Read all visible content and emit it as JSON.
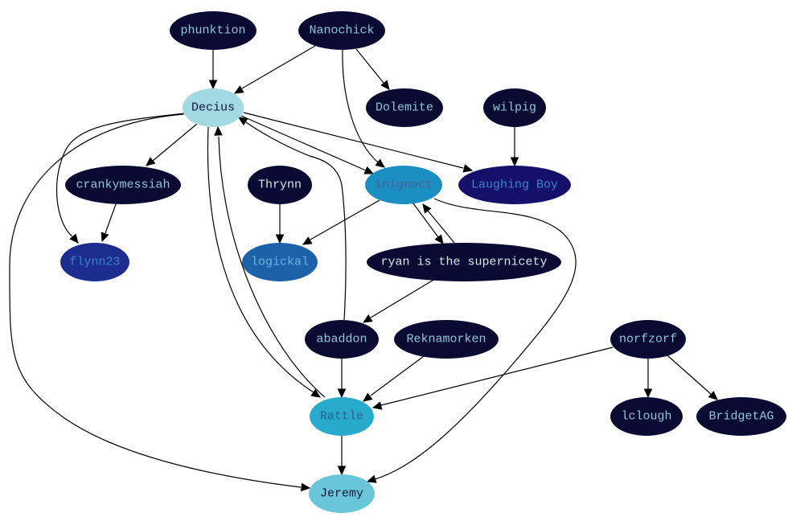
{
  "graph": {
    "nodes": [
      {
        "id": "phunktion",
        "label": "phunktion",
        "fill": "#0a0a33",
        "text_color": "#8fc6d8"
      },
      {
        "id": "nanochick",
        "label": "Nanochick",
        "fill": "#0a0a33",
        "text_color": "#8fc6d8"
      },
      {
        "id": "decius",
        "label": "Decius",
        "fill": "#a3d9e3",
        "text_color": "#16163a"
      },
      {
        "id": "dolemite",
        "label": "Dolemite",
        "fill": "#0a0a33",
        "text_color": "#8fc6d8"
      },
      {
        "id": "wilpig",
        "label": "wilpig",
        "fill": "#0a0a33",
        "text_color": "#8fc6d8"
      },
      {
        "id": "crankymessiah",
        "label": "crankymessiah",
        "fill": "#0a0a33",
        "text_color": "#8fc6d8"
      },
      {
        "id": "thrynn",
        "label": "Thrynn",
        "fill": "#0a0a33",
        "text_color": "#d8e6ec"
      },
      {
        "id": "inignoct",
        "label": "inignoct",
        "fill": "#1b8fc1",
        "text_color": "#4d5c9a"
      },
      {
        "id": "laughing-boy",
        "label": "Laughing Boy",
        "fill": "#15106a",
        "text_color": "#3a86c9"
      },
      {
        "id": "flynn23",
        "label": "flynn23",
        "fill": "#1c2c8f",
        "text_color": "#3a86c9"
      },
      {
        "id": "logickal",
        "label": "logickal",
        "fill": "#1d62a9",
        "text_color": "#6bb4dd"
      },
      {
        "id": "ryan",
        "label": "ryan is the supernicety",
        "fill": "#0a0a33",
        "text_color": "#d8e6ec"
      },
      {
        "id": "abaddon",
        "label": "abaddon",
        "fill": "#0a0a33",
        "text_color": "#8fc6d8"
      },
      {
        "id": "reknamorken",
        "label": "Reknamorken",
        "fill": "#0a0a33",
        "text_color": "#8fc6d8"
      },
      {
        "id": "norfzorf",
        "label": "norfzorf",
        "fill": "#0a0a33",
        "text_color": "#8fc6d8"
      },
      {
        "id": "rattle",
        "label": "Rattle",
        "fill": "#27aacb",
        "text_color": "#2d5c9a"
      },
      {
        "id": "lclough",
        "label": "lclough",
        "fill": "#0a0a33",
        "text_color": "#8fc6d8"
      },
      {
        "id": "bridgetag",
        "label": "BridgetAG",
        "fill": "#0a0a33",
        "text_color": "#8fc6d8"
      },
      {
        "id": "jeremy",
        "label": "Jeremy",
        "fill": "#68c6d8",
        "text_color": "#16163a"
      }
    ],
    "edges": [
      {
        "from": "phunktion",
        "to": "decius"
      },
      {
        "from": "nanochick",
        "to": "decius"
      },
      {
        "from": "nanochick",
        "to": "dolemite"
      },
      {
        "from": "nanochick",
        "to": "inignoct"
      },
      {
        "from": "decius",
        "to": "crankymessiah"
      },
      {
        "from": "decius",
        "to": "flynn23"
      },
      {
        "from": "decius",
        "to": "inignoct"
      },
      {
        "from": "decius",
        "to": "laughing-boy"
      },
      {
        "from": "decius",
        "to": "rattle"
      },
      {
        "from": "decius",
        "to": "jeremy"
      },
      {
        "from": "wilpig",
        "to": "laughing-boy"
      },
      {
        "from": "crankymessiah",
        "to": "flynn23"
      },
      {
        "from": "thrynn",
        "to": "logickal"
      },
      {
        "from": "inignoct",
        "to": "logickal"
      },
      {
        "from": "inignoct",
        "to": "ryan"
      },
      {
        "from": "inignoct",
        "to": "jeremy"
      },
      {
        "from": "ryan",
        "to": "inignoct"
      },
      {
        "from": "ryan",
        "to": "abaddon"
      },
      {
        "from": "abaddon",
        "to": "decius"
      },
      {
        "from": "abaddon",
        "to": "rattle"
      },
      {
        "from": "reknamorken",
        "to": "rattle"
      },
      {
        "from": "norfzorf",
        "to": "rattle"
      },
      {
        "from": "norfzorf",
        "to": "lclough"
      },
      {
        "from": "norfzorf",
        "to": "bridgetag"
      },
      {
        "from": "rattle",
        "to": "decius"
      },
      {
        "from": "rattle",
        "to": "jeremy"
      }
    ]
  }
}
